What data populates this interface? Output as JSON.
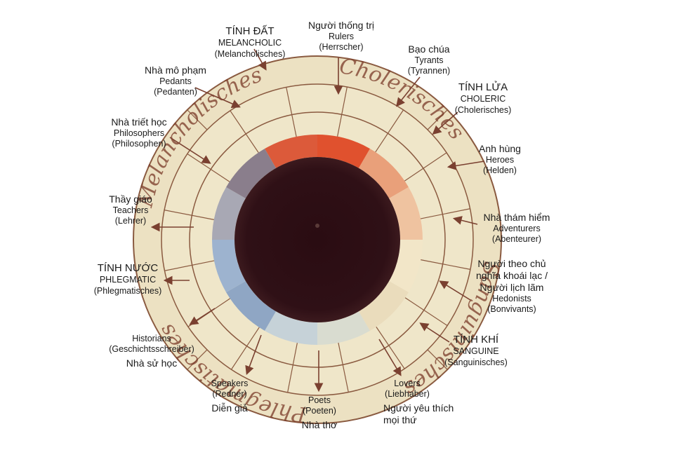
{
  "colors": {
    "ink": "#7a3a28",
    "arrow": "#7a4030",
    "parchment": "#ede3c4",
    "core": "#2a0e14"
  },
  "handwriting": {
    "ring_words": [
      "Melancholisches",
      "Cholerisches",
      "Sanguinisches",
      "Phlegmatisches"
    ]
  },
  "labels": {
    "melancholic": {
      "vi": "TÍNH ĐẤT",
      "en": "MELANCHOLIC",
      "de": "(Melancholisches)"
    },
    "rulers": {
      "vi": "Người thống trị",
      "en": "Rulers",
      "de": "(Herrscher)"
    },
    "tyrants": {
      "vi": "Bạo chúa",
      "en": "Tyrants",
      "de": "(Tyrannen)"
    },
    "choleric": {
      "vi": "TÍNH LỬA",
      "en": "CHOLERIC",
      "de": "(Cholerisches)"
    },
    "pedants": {
      "vi": "Nhà mô phạm",
      "en": "Pedants",
      "de": "(Pedanten)"
    },
    "philosophers": {
      "vi": "Nhà triết học",
      "en": "Philosophers",
      "de": "(Philosophen)"
    },
    "heroes": {
      "vi": "Anh hùng",
      "en": "Heroes",
      "de": "(Helden)"
    },
    "teachers": {
      "vi": "Thầy giáo",
      "en": "Teachers",
      "de": "(Lehrer)"
    },
    "adventurers": {
      "vi": "Nhà thám hiểm",
      "en": "Adventurers",
      "de": "(Abenteurer)"
    },
    "phlegmatic": {
      "vi": "TÍNH NƯỚC",
      "en": "PHLEGMATIC",
      "de": "(Phlegmatisches)"
    },
    "hedonists": {
      "vi1": "Người theo chủ",
      "vi2": "nghĩa khoái lạc /",
      "vi3": "Người lịch lãm",
      "en": "Hedonists",
      "de": "(Bonvivants)"
    },
    "historians": {
      "en": "Historians",
      "de": "(Geschichtsschreiber)",
      "vi": "Nhà sử học"
    },
    "sanguine": {
      "vi": "TÍNH KHÍ",
      "en": "SANGUINE",
      "de": "(Sanguinisches)"
    },
    "speakers": {
      "en": "Speakers",
      "de": "(Redner)",
      "vi": "Diễn giả"
    },
    "poets": {
      "en": "Poets",
      "de": "(Poeten)",
      "vi": "Nhà thơ"
    },
    "lovers": {
      "en": "Lovers",
      "de": "(Liebhaber)",
      "vi1": "Người yêu thích",
      "vi2": "mọi thứ"
    }
  }
}
